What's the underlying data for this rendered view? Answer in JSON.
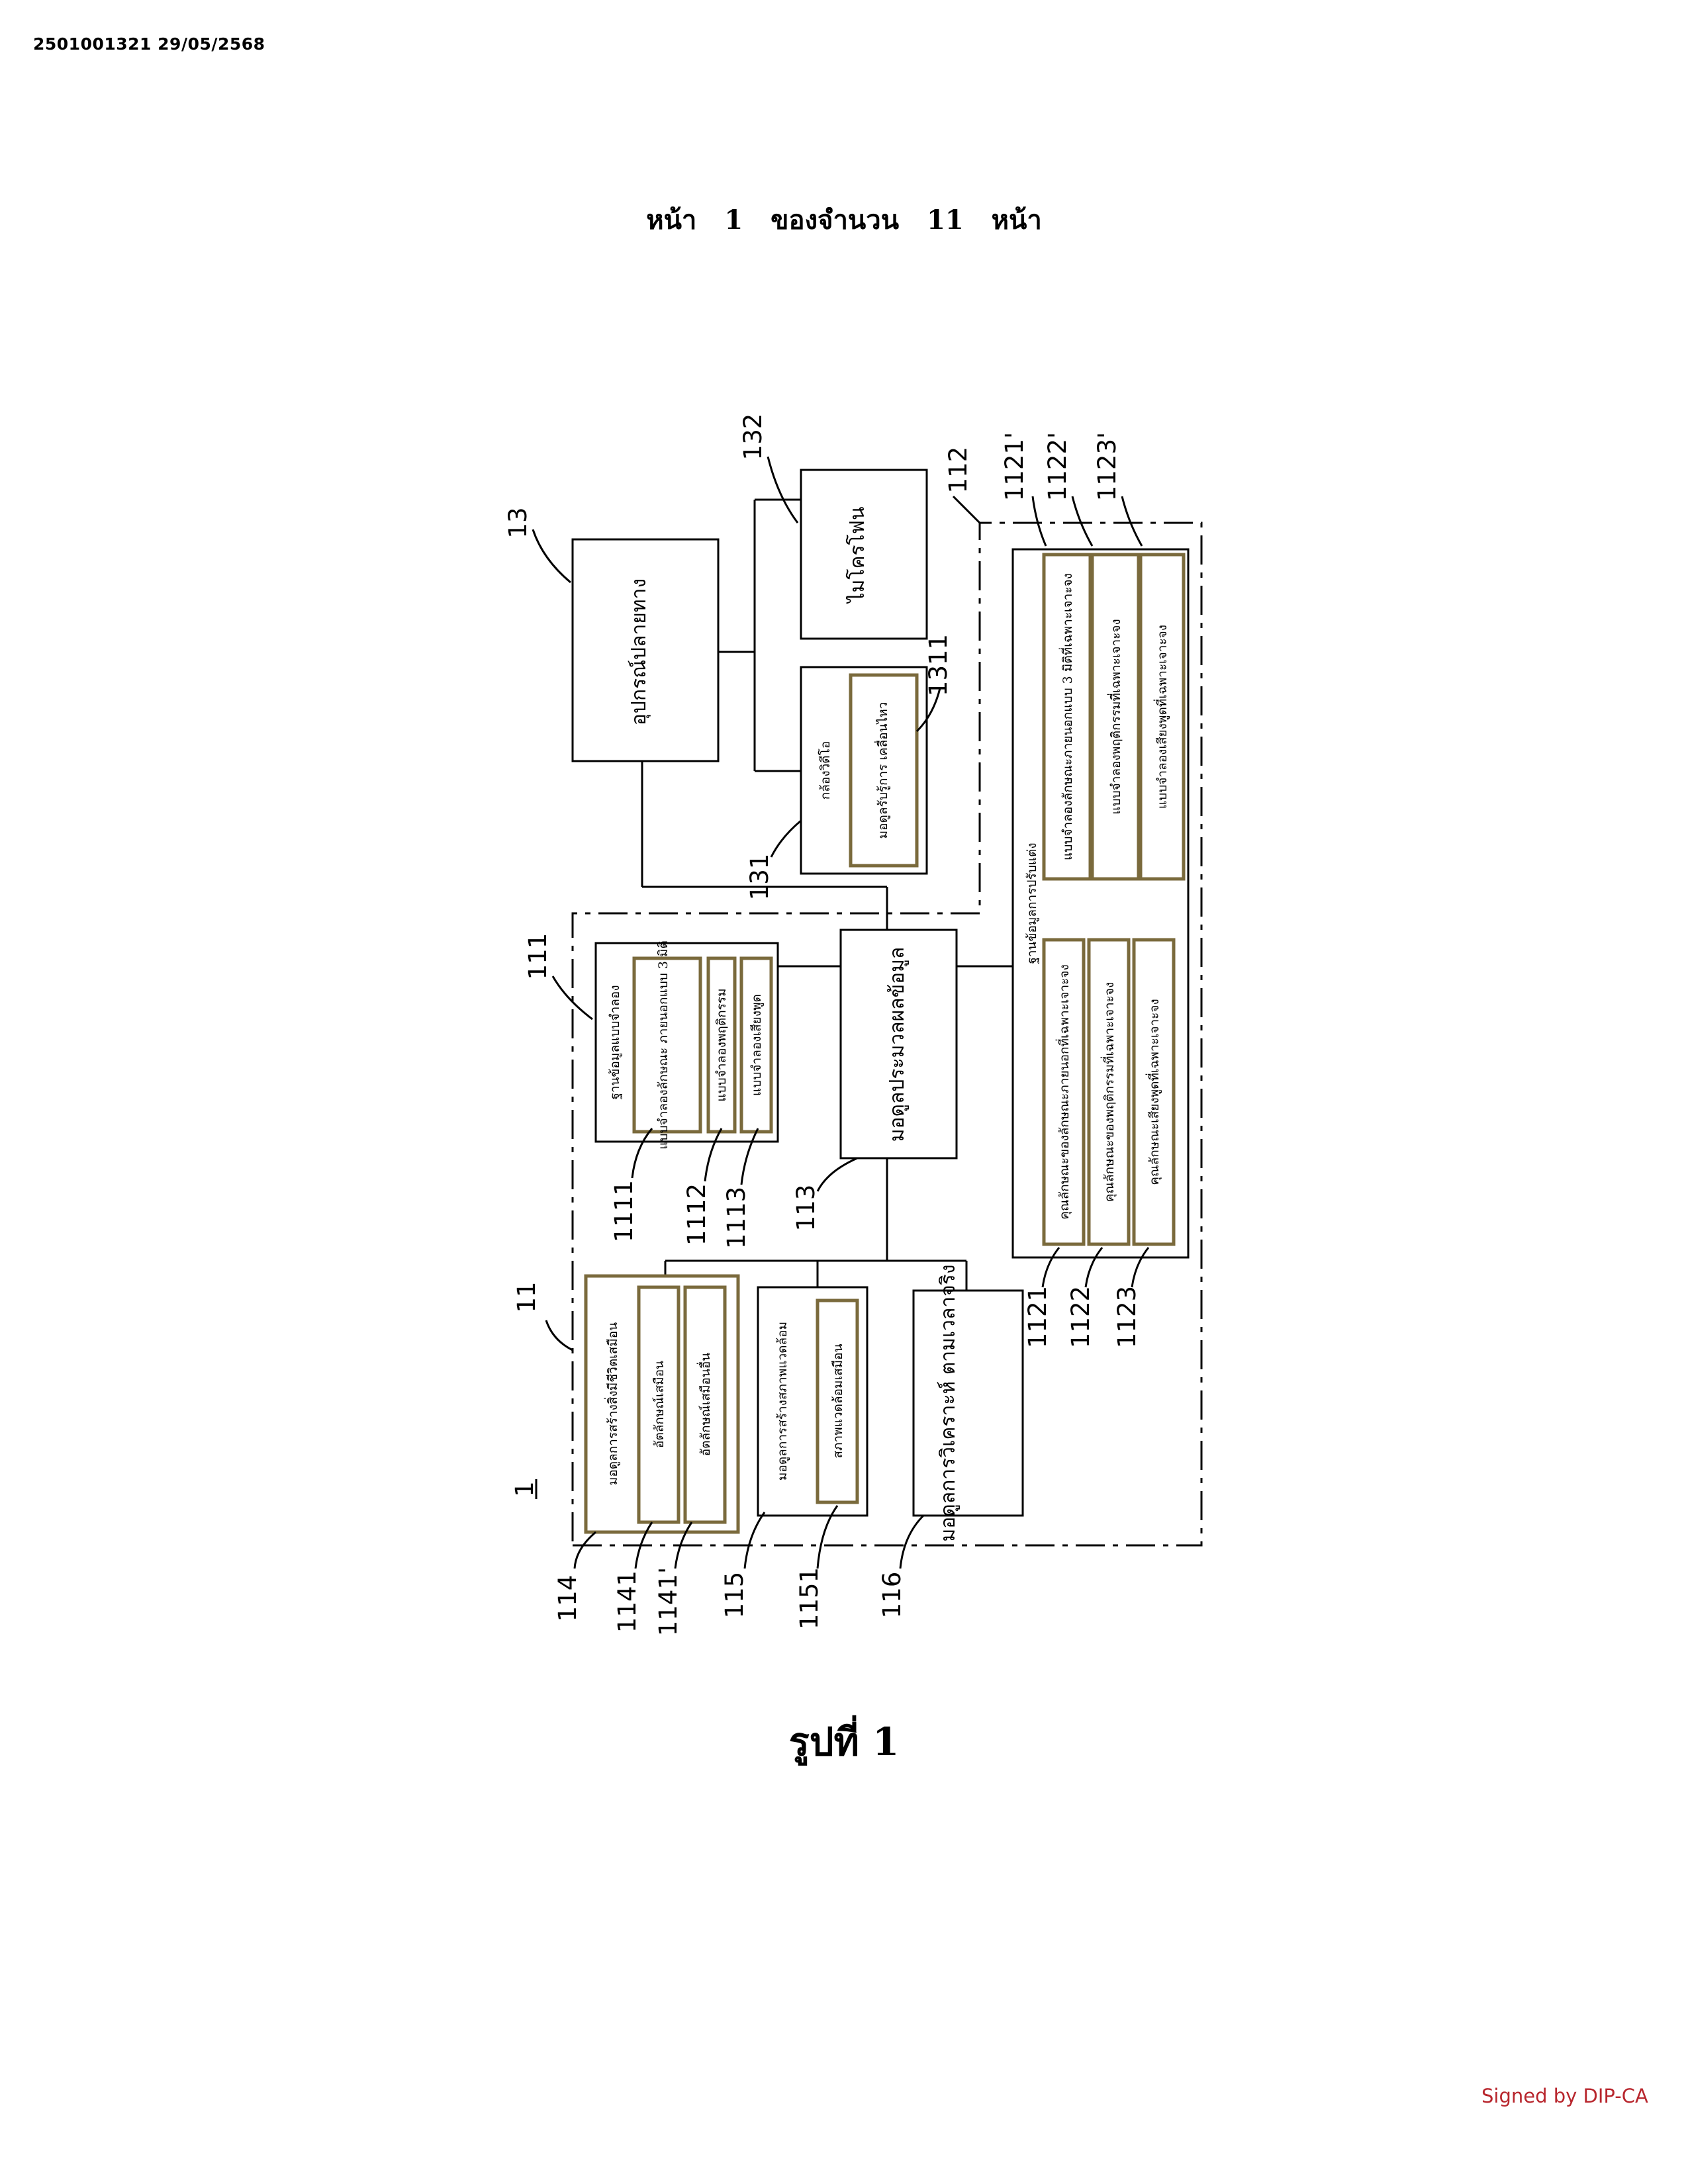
{
  "header": {
    "document_stamp": "2501001321 29/05/2568"
  },
  "page_line": {
    "word_page": "หน้า",
    "page_number": "1",
    "word_of_total": "ของจำนวน",
    "total_pages": "11",
    "word_pages": "หน้า"
  },
  "figure_caption": "รูปที่ 1",
  "signature": "Signed by DIP-CA",
  "diagram": {
    "system_label": "1",
    "boxes": {
      "end_device": "อุปกรณ์ปลายทาง",
      "microphone": "ไมโครโฟน",
      "video_camera": "กล้องวิดีโอ",
      "motion_sensor_module": "มอดูลรับรู้การ เคลื่อนไหว",
      "processing_module": "มอดูลประมวลผลข้อมูล",
      "template_db": "ฐานข้อมูลแบบจำลอง",
      "template_3d": "แบบจำลองลักษณะ ภายนอกแบบ 3 มิติ",
      "template_behavior": "แบบจำลองพฤติกรรม",
      "template_voice": "แบบจำลองเสียงพูด",
      "adjust_db": "ฐานข้อมูลการปรับแต่ง",
      "feature_appearance": "คุณลักษณะของลักษณะภายนอกที่เฉพาะเจาะจง",
      "feature_behavior": "คุณลักษณะของพฤติกรรมที่เฉพาะเจาะจง",
      "feature_voice": "คุณลักษณะเสียงพูดที่เฉพาะเจาะจง",
      "custom_3d": "แบบจำลองลักษณะภายนอกแบบ 3 มิติที่เฉพาะเจาะจง",
      "custom_behavior": "แบบจำลองพฤติกรรมที่เฉพาะเจาะจง",
      "custom_voice": "แบบจำลองเสียงพูดที่เฉพาะเจาะจง",
      "virtual_gen_module": "มอดูลการสร้างสิ่งมีชีวิตเสมือน",
      "virtual_identity": "อัตลักษณ์เสมือน",
      "virtual_identity_other": "อัตลักษณ์เสมือนอื่น",
      "virtual_env_module": "มอดูลการสร้างสภาพแวดล้อม",
      "virtual_env": "สภาพแวดล้อมเสมือน",
      "realtime_module": "มอดูลการวิเคราะห์ ตามเวลาจริง"
    },
    "reference_numerals": {
      "r13": "13",
      "r132": "132",
      "r131": "131",
      "r1311": "1311",
      "r111": "111",
      "r112": "112",
      "r113": "113",
      "r1111": "1111",
      "r1112": "1112",
      "r1113": "1113",
      "r1121p": "1121'",
      "r1122p": "1122'",
      "r1123p": "1123'",
      "r1121": "1121",
      "r1122": "1122",
      "r1123": "1123",
      "r11": "11",
      "r114": "114",
      "r1141": "1141",
      "r1141p": "1141'",
      "r115": "115",
      "r1151": "1151",
      "r116": "116"
    }
  }
}
